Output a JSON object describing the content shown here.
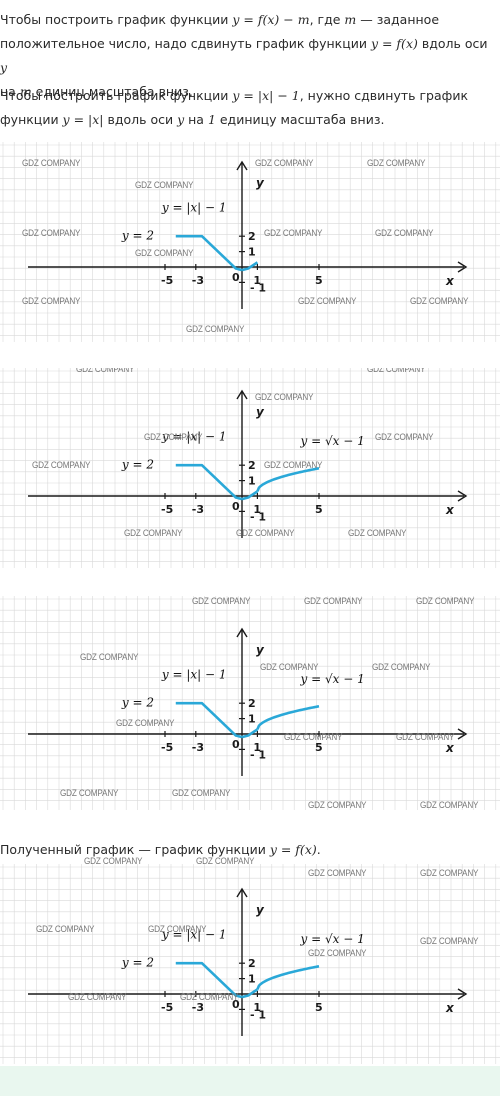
{
  "text": {
    "p1_a": "Чтобы построить график функции ",
    "p1_m1": "y = f(x) − m",
    "p1_b": ", где ",
    "p1_m2": "m",
    "p1_c": " — заданное",
    "p1_line2a": "положительное число, надо сдвинуть график функции ",
    "p1_m3": "y = f(x)",
    "p1_line2b": " вдоль оси ",
    "p1_m4": "y",
    "p1_line3a": "на ",
    "p1_m5": "m",
    "p1_line3b": " единиц масштаба вниз.",
    "p2_a": "Чтобы построить график функции ",
    "p2_m1": "y = |x| − 1",
    "p2_b": ", нужно сдвинуть график",
    "p2_line2a": "функции ",
    "p2_m2": "y = |x|",
    "p2_line2b": " вдоль оси ",
    "p2_m3": "y",
    "p2_line2c": " на ",
    "p2_m4": "1",
    "p2_line2d": " единицу масштаба вниз.",
    "p3_a": "Полученный график — график функции ",
    "p3_m1": "y = f(x)",
    "p3_b": "."
  },
  "watermark": "GDZ COMPANY",
  "colors": {
    "grid": "#d9d9d9",
    "axis": "#1a1a1a",
    "curve": "#2aa8d8",
    "strip": "#e9f7ef"
  },
  "graph_labels": {
    "x_axis": "x",
    "y_axis": "y",
    "ticks_x": [
      "-5",
      "-3",
      "0",
      "1",
      "5"
    ],
    "ticks_y": [
      "2",
      "1",
      "- 1"
    ],
    "label_const": "y = 2",
    "label_abs": "y = |x| − 1",
    "label_sqrt": "y = √x − 1"
  }
}
